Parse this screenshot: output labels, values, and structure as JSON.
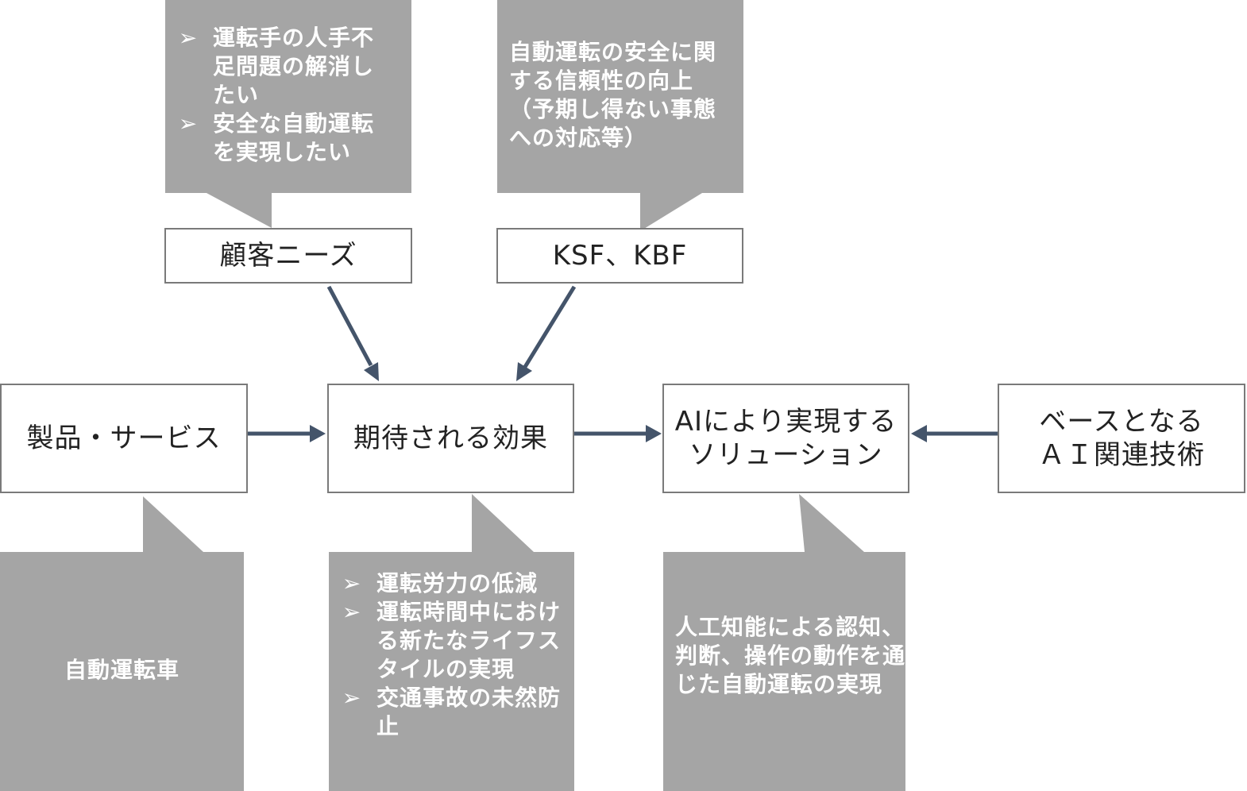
{
  "colors": {
    "callout_fill": "#a5a5a5",
    "box_border": "#7a7a7a",
    "arrow": "#44546a",
    "callout_text": "#ffffff",
    "box_text": "#222222"
  },
  "boxes": {
    "customer_needs": "顧客ニーズ",
    "ksf_kbf": "KSF、KBF",
    "product_service": "製品・サービス",
    "expected_effect": "期待される効果",
    "ai_solution": [
      "AIにより実現する",
      "ソリューション"
    ],
    "base_ai_tech": [
      "ベースとなる",
      "ＡＩ関連技術"
    ]
  },
  "callouts": {
    "customer_needs": {
      "bullet_icon": "arrowhead-bullet-icon",
      "bullets": [
        "運転手の人手不足問題の解消したい",
        "安全な自動運転を実現したい"
      ]
    },
    "ksf_kbf": {
      "text": "自動運転の安全に関する信頼性の向上（予期し得ない事態への対応等）"
    },
    "product_service": {
      "text": "自動運転車"
    },
    "expected_effect": {
      "bullet_icon": "arrowhead-bullet-icon",
      "bullets": [
        "運転労力の低減",
        "運転時間中における新たなライフスタイルの実現",
        "交通事故の未然防止"
      ]
    },
    "ai_solution": {
      "text": "人工知能による認知、判断、操作の動作を通じた自動運転の実現"
    }
  }
}
